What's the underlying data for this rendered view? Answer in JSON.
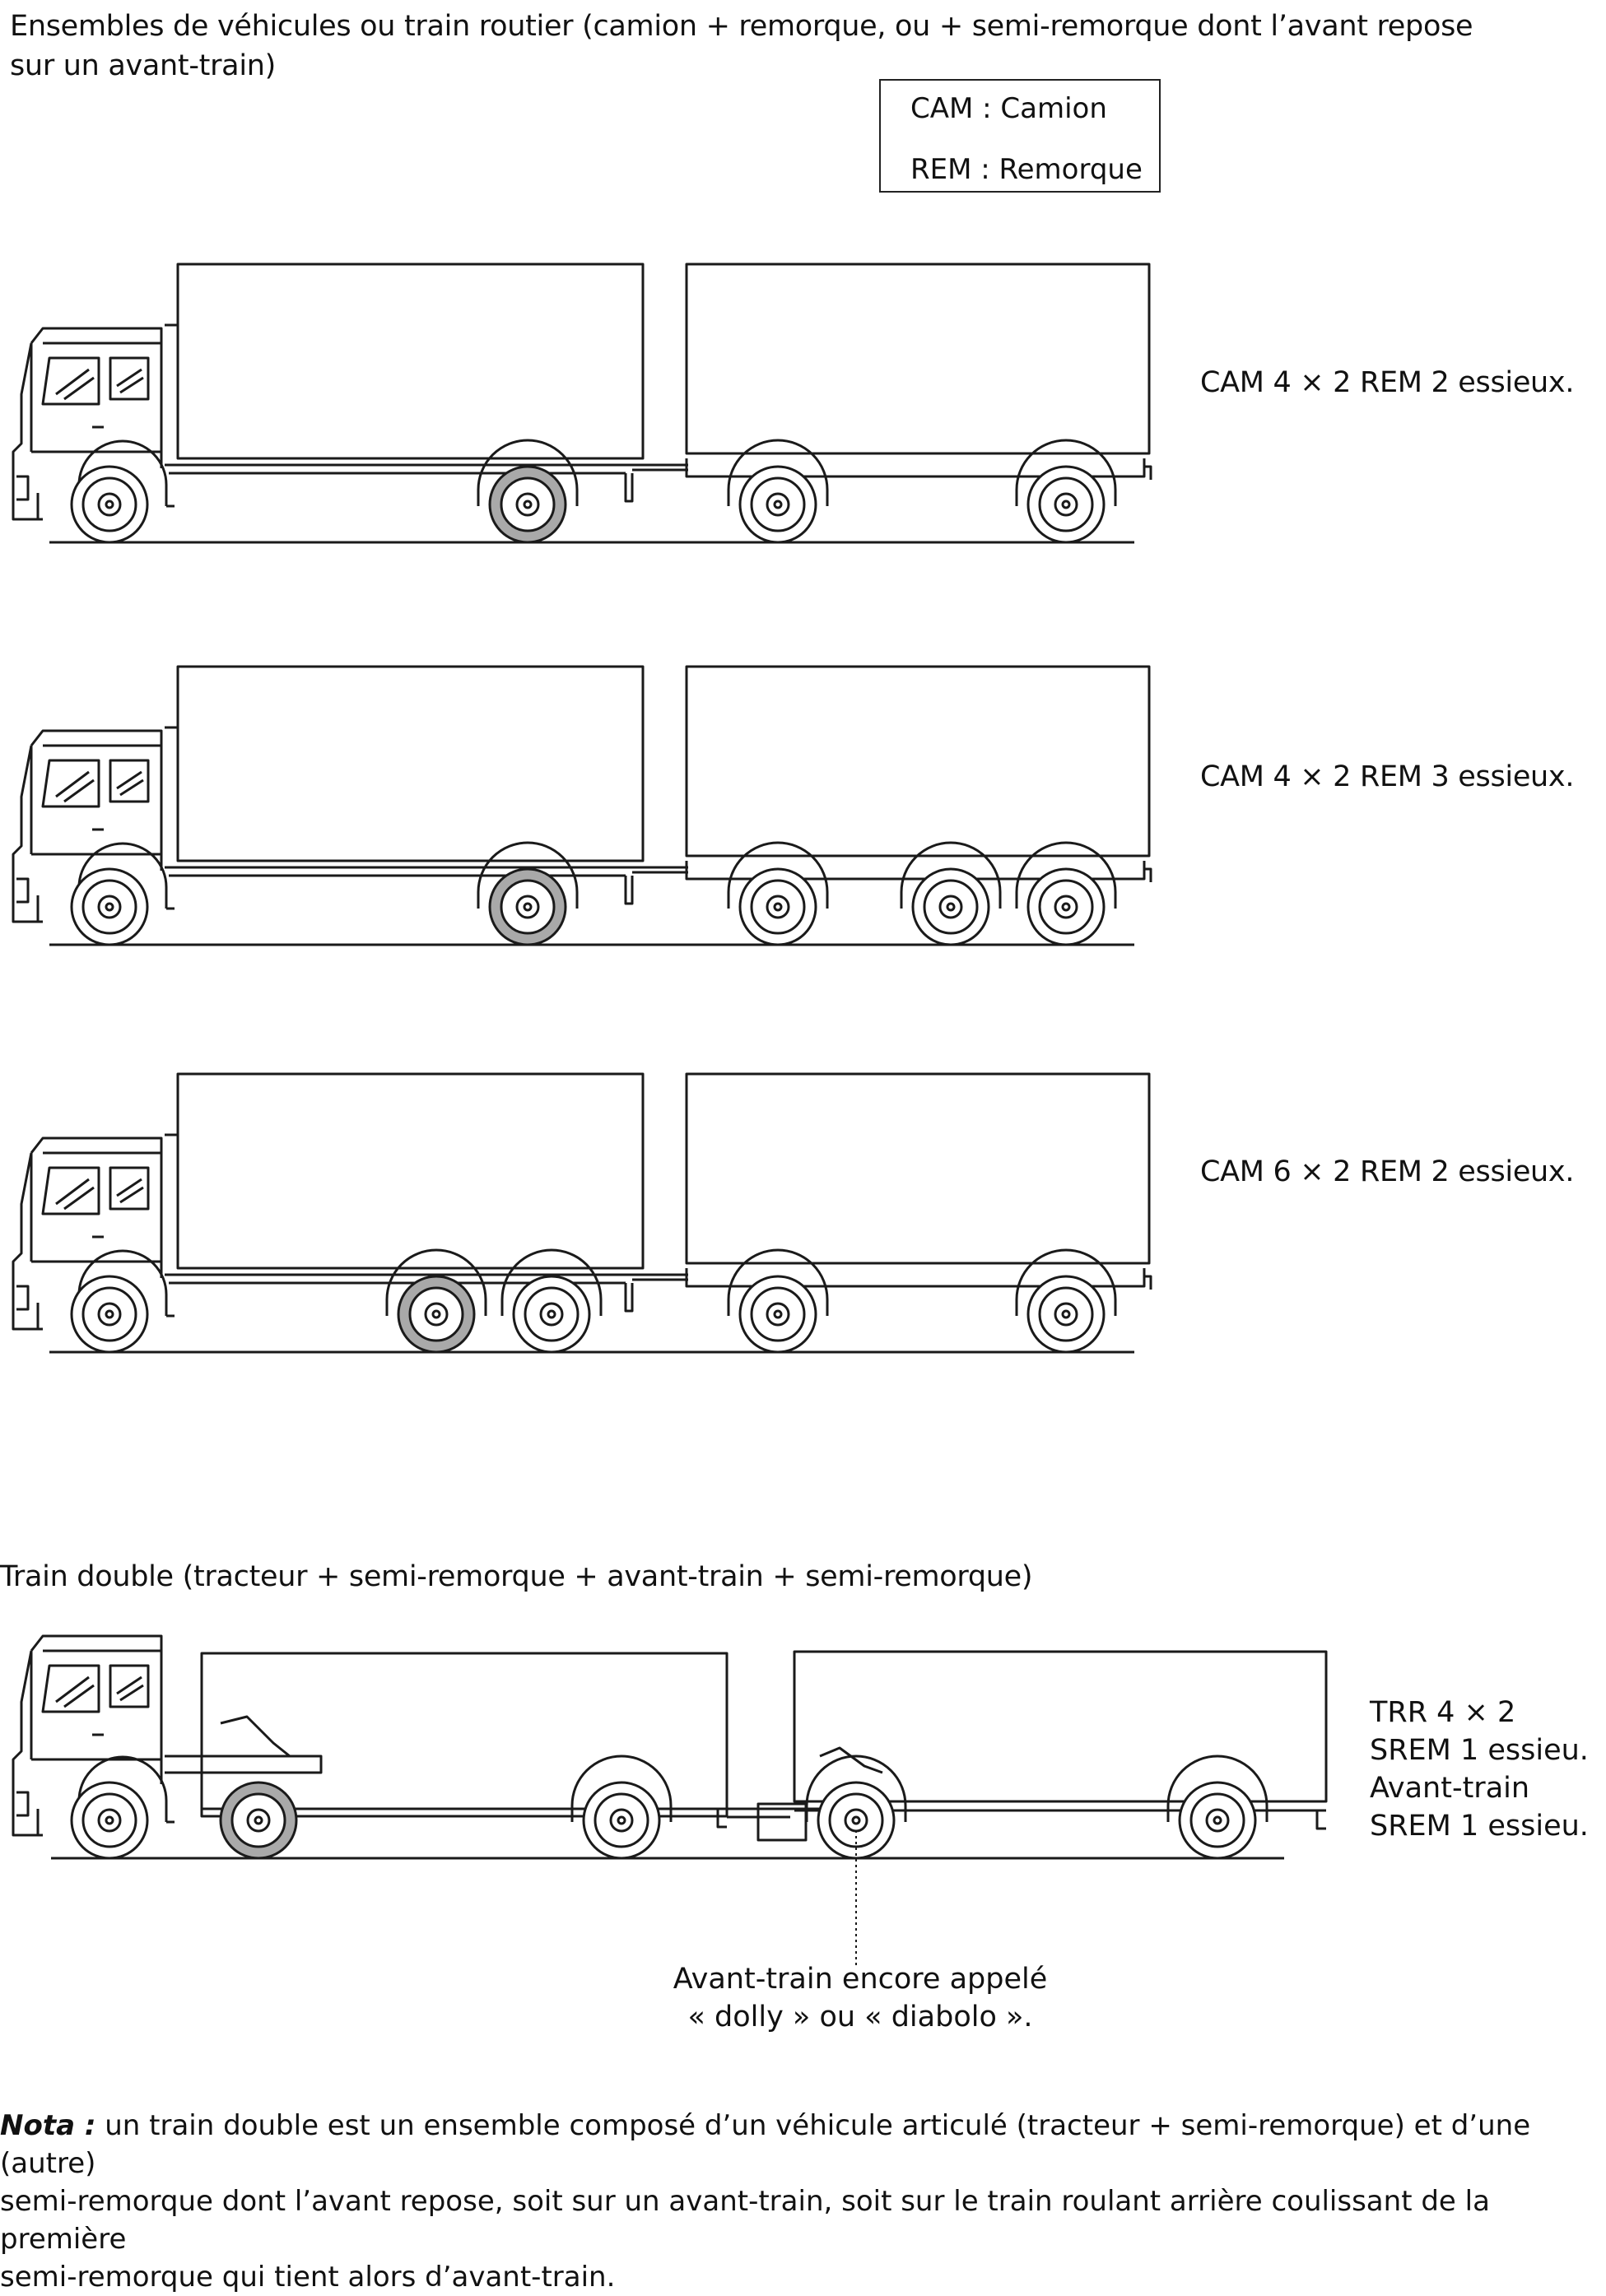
{
  "heading_1": {
    "line1": "Ensembles de véhicules ou train routier (camion + remorque, ou + semi-remorque dont l’avant repose",
    "line2": "sur un avant-train)"
  },
  "legend": {
    "cam": "CAM : Camion",
    "rem": "REM : Remorque"
  },
  "vehicles": [
    {
      "label": "CAM 4 × 2 REM 2 essieux."
    },
    {
      "label": "CAM 4 × 2 REM 3 essieux."
    },
    {
      "label": "CAM 6 × 2 REM 2 essieux."
    }
  ],
  "heading_2": "Train double (tracteur + semi-remorque + avant-train + semi-remorque)",
  "double_train": {
    "label_lines": [
      "TRR 4 × 2",
      "SREM 1 essieu.",
      "Avant-train",
      "SREM 1 essieu."
    ],
    "dolly_caption": [
      "Avant-train encore appelé",
      "« dolly » ou « diabolo »."
    ]
  },
  "nota": {
    "label": "Nota :",
    "line1": " un train double est un ensemble composé d’un véhicule articulé (tracteur + semi-remorque) et d’une (autre)",
    "line2": "semi-remorque dont l’avant repose, soit sur un avant-train, soit sur le train roulant arrière coulissant de la première",
    "line3": "semi-remorque qui tient alors d’avant-train."
  },
  "colors": {
    "line": "#1a1a1a",
    "drive_wheel": "#a9a9a9",
    "background": "#ffffff"
  }
}
